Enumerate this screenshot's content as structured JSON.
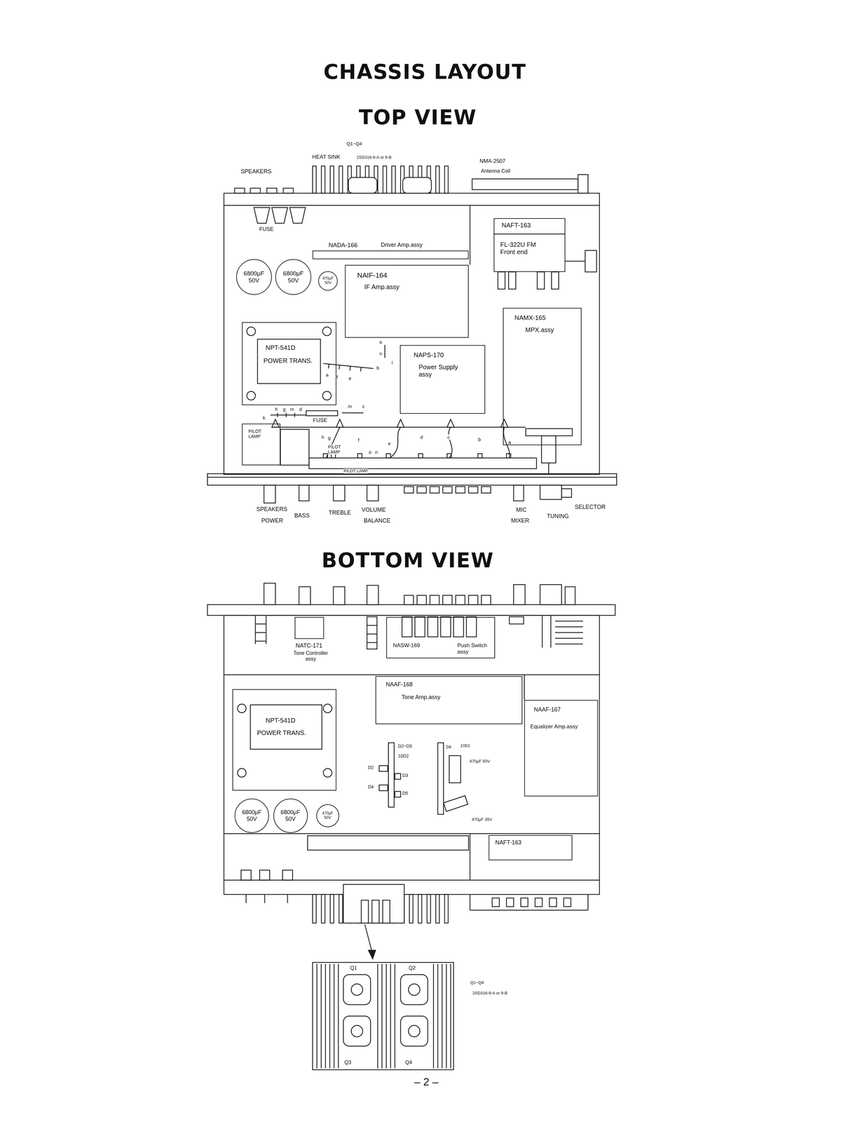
{
  "diagram": {
    "title": "CHASSIS LAYOUT",
    "nodes": [
      {
        "text": [
          "NAFT-163",
          "FL-322U FM Front end"
        ]
      },
      {
        "text": [
          "NADA-166",
          "Driver Amp.assy"
        ]
      },
      {
        "text": [
          "6800μF 50V"
        ]
      },
      {
        "text": [
          "6800μF 50V"
        ]
      },
      {
        "text": [
          "470μF 50V"
        ]
      },
      {
        "text": [
          "NAIF-164",
          "IF Amp.assy"
        ]
      },
      {
        "text": [
          "NAMX-165",
          "MPX.assy"
        ]
      },
      {
        "text": [
          "NPT-541D",
          "POWER TRANS."
        ]
      },
      {
        "text": [
          "NAPS-170",
          "Power Supply assy"
        ]
      },
      {
        "text": [
          "PILOT LAMP"
        ]
      },
      {
        "text": [
          "NATC-171",
          "Tone Controller assy"
        ]
      },
      {
        "text": [
          "NASW-169",
          "Push Switch assy"
        ]
      },
      {
        "text": [
          "NAAF-168",
          "Tone Amp.assy"
        ]
      },
      {
        "text": [
          "NAAF-167",
          "Equalizer Amp.assy"
        ]
      },
      {
        "text": [
          "NPT-541D",
          "POWER TRANS."
        ]
      },
      {
        "text": [
          "6800μF 50V"
        ]
      },
      {
        "text": [
          "6800μF 50V"
        ]
      },
      {
        "text": [
          "470μF 50V"
        ]
      },
      {
        "text": [
          "NAFT-163"
        ]
      }
    ],
    "labels": [
      "TOP VIEW",
      "Q1~Q4",
      "HEAT SINK",
      "2SD316-9-A or 9-B",
      "SPEAKERS",
      "NMA-2507",
      "Antenna Coil",
      "FUSE",
      "o",
      "n",
      "b",
      "l",
      "a",
      "f",
      "e",
      "h",
      "g",
      "m",
      "d",
      "k",
      "m",
      "c",
      "FUSE",
      "PILOT LAMP",
      "h",
      "g",
      "f",
      "e",
      "d",
      "c",
      "b",
      "a",
      "o",
      "n",
      "PILOT LAMP",
      "SPEAKERS",
      "POWER",
      "BASS",
      "TREBLE",
      "VOLUME",
      "BALANCE",
      "MIC",
      "MIXER",
      "TUNING",
      "SELECTOR",
      "BOTTOM VIEW",
      "D2~D5",
      "10D2",
      "D2",
      "D3",
      "D4",
      "D5",
      "D6",
      "10D1",
      "470μF 50V",
      "470μF 35V",
      "Q1",
      "Q2",
      "Q3",
      "Q4",
      "Q1~Q4",
      "2SD316-9-A or 9-B",
      "– 2 –"
    ]
  }
}
